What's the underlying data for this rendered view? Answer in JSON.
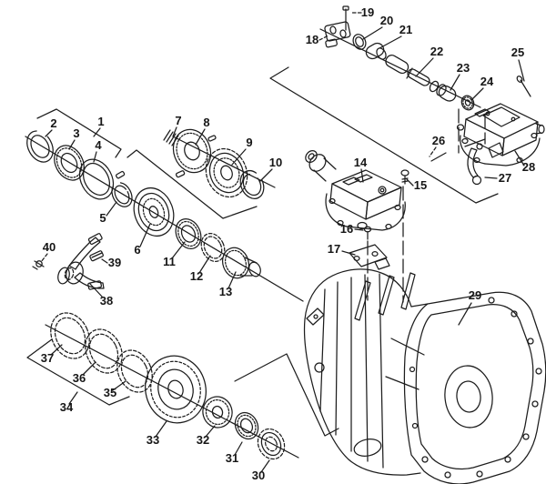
{
  "canvas": {
    "background": "#ffffff",
    "ink": "#1d1d1d"
  },
  "callouts": [
    "1",
    "2",
    "3",
    "4",
    "5",
    "6",
    "7",
    "8",
    "9",
    "10",
    "11",
    "12",
    "13",
    "14",
    "15",
    "16",
    "17",
    "18",
    "19",
    "20",
    "21",
    "22",
    "23",
    "24",
    "25",
    "26",
    "27",
    "28",
    "29",
    "30",
    "31",
    "32",
    "33",
    "34",
    "35",
    "36",
    "37",
    "38",
    "39",
    "40"
  ]
}
